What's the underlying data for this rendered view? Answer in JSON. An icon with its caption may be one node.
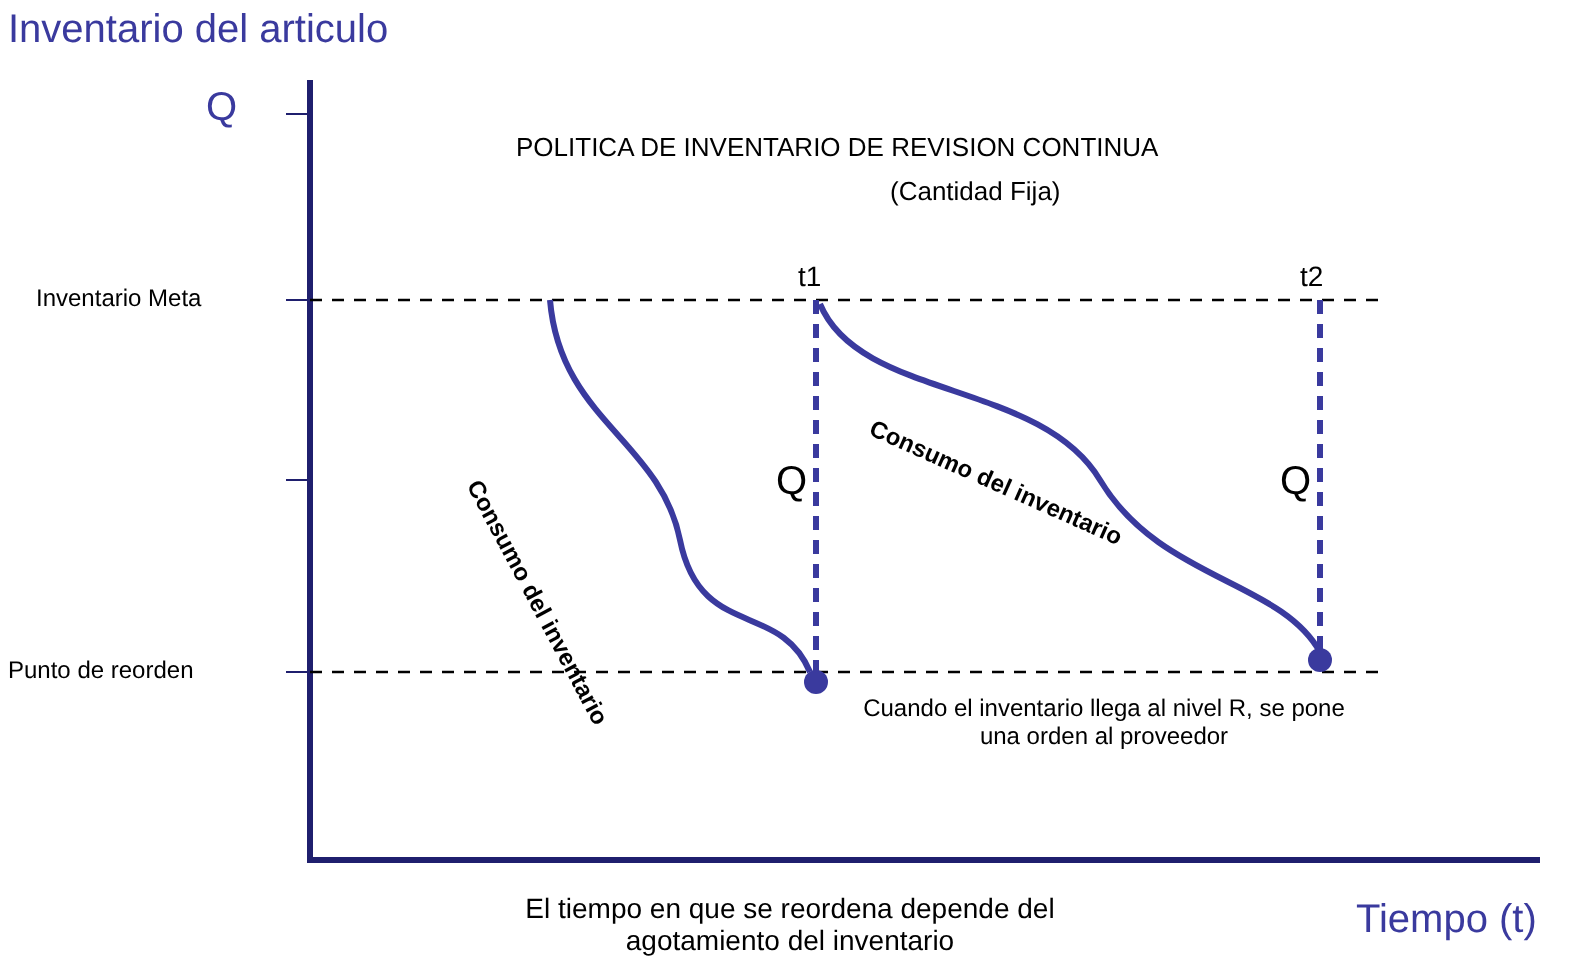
{
  "diagram": {
    "title": "POLITICA DE INVENTARIO DE REVISION CONTINUA",
    "labels": [
      "Inventario del articulo",
      "Q",
      "(Cantidad Fija)",
      "Inventario Meta",
      "t1",
      "t2",
      "Consumo del inventario",
      "Consumo del inventario",
      "Q",
      "Q",
      "Punto de reorden",
      "Cuando el inventario llega al nivel R, se pone una orden al proveedor",
      "El tiempo en que se reordena depende del agotamiento del inventario",
      "Tiempo (t)"
    ]
  }
}
